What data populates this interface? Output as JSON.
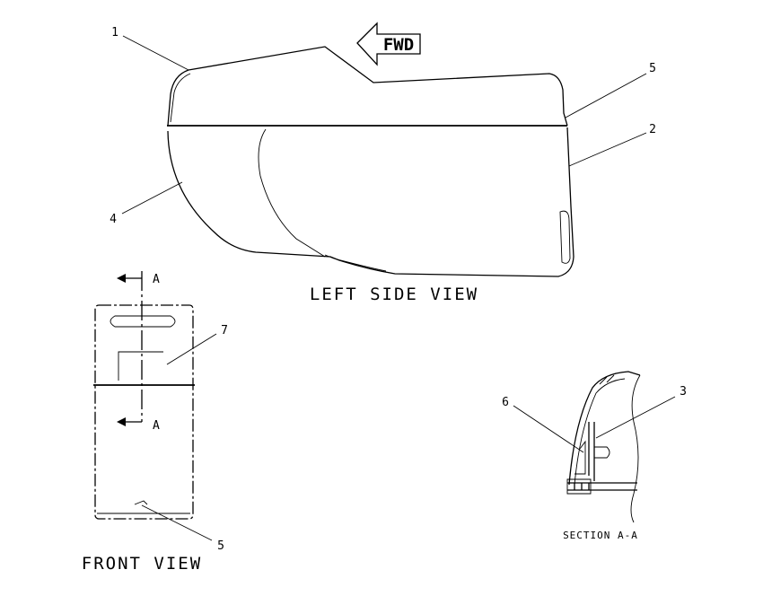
{
  "views": {
    "left_side": {
      "title": "LEFT SIDE VIEW"
    },
    "front": {
      "title": "FRONT VIEW",
      "section_marker": "A",
      "section_marker_lower": "A"
    },
    "section": {
      "title": "SECTION A-A"
    }
  },
  "direction_arrow": {
    "label": "FWD"
  },
  "callouts": {
    "c1": "1",
    "c2": "2",
    "c3": "3",
    "c4": "4",
    "c5_side": "5",
    "c5_front": "5",
    "c6": "6",
    "c7": "7"
  }
}
